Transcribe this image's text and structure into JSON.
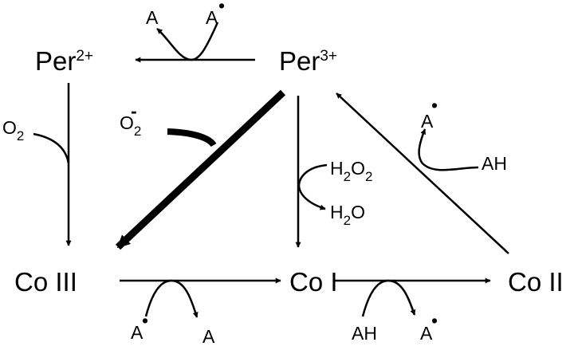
{
  "nodes": {
    "per2": {
      "base": "Per",
      "sup": "2+"
    },
    "per3": {
      "base": "Per",
      "sup": "3+"
    },
    "co3": "Co III",
    "co1": "Co I",
    "co2": "Co II"
  },
  "reagents": {
    "top_product": "A",
    "top_reactant": "A",
    "radical_dot": "•",
    "o2_base": "O",
    "o2_sub": "2",
    "superoxide_base": "O",
    "superoxide_sub": "2",
    "superoxide_charge": "-",
    "h2o2_h": "H",
    "h2o2_sub1": "2",
    "h2o2_o": "O",
    "h2o2_sub2": "2",
    "h2o_h": "H",
    "h2o_sub": "2",
    "h2o_o": "O",
    "right_product": "A",
    "right_reactant": "AH",
    "bottom_left_reactant": "A",
    "bottom_left_product": "A",
    "bottom_right_reactant": "AH",
    "bottom_right_product": "A"
  }
}
